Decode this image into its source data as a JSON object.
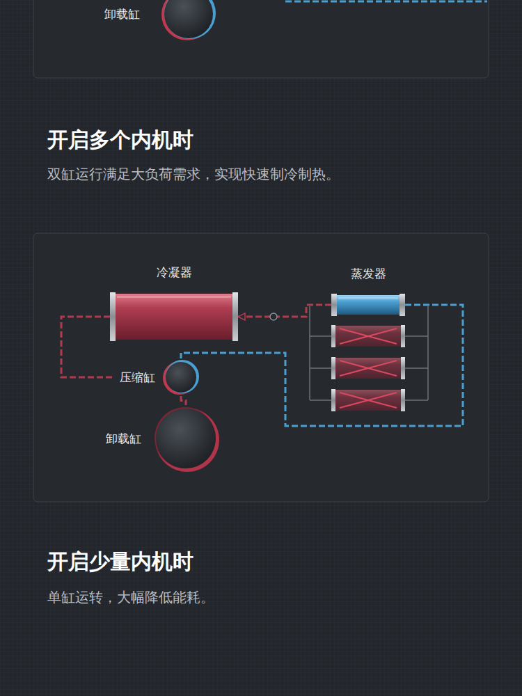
{
  "diagram": {
    "nodes": [
      {
        "text": [
          "卸载缸"
        ]
      },
      {
        "text": [
          "冷凝器"
        ]
      },
      {
        "text": [
          "蒸发器"
        ]
      },
      {
        "text": [
          "压缩缸"
        ]
      },
      {
        "text": [
          "卸载缸"
        ]
      }
    ],
    "edges": [
      {
        "from": 2,
        "to": 1,
        "arrow": "to"
      },
      {
        "from": 1,
        "to": 3,
        "arrow": "none"
      },
      {
        "from": 2,
        "to": 3,
        "arrow": "none"
      },
      {
        "from": 3,
        "to": 4,
        "arrow": "none"
      }
    ],
    "labels": [
      "开启多个内机时",
      "双缸运行满足大负荷需求，实现快速制冷制热。",
      "开启少量内机时",
      "单缸运转，大幅降低能耗。"
    ]
  }
}
